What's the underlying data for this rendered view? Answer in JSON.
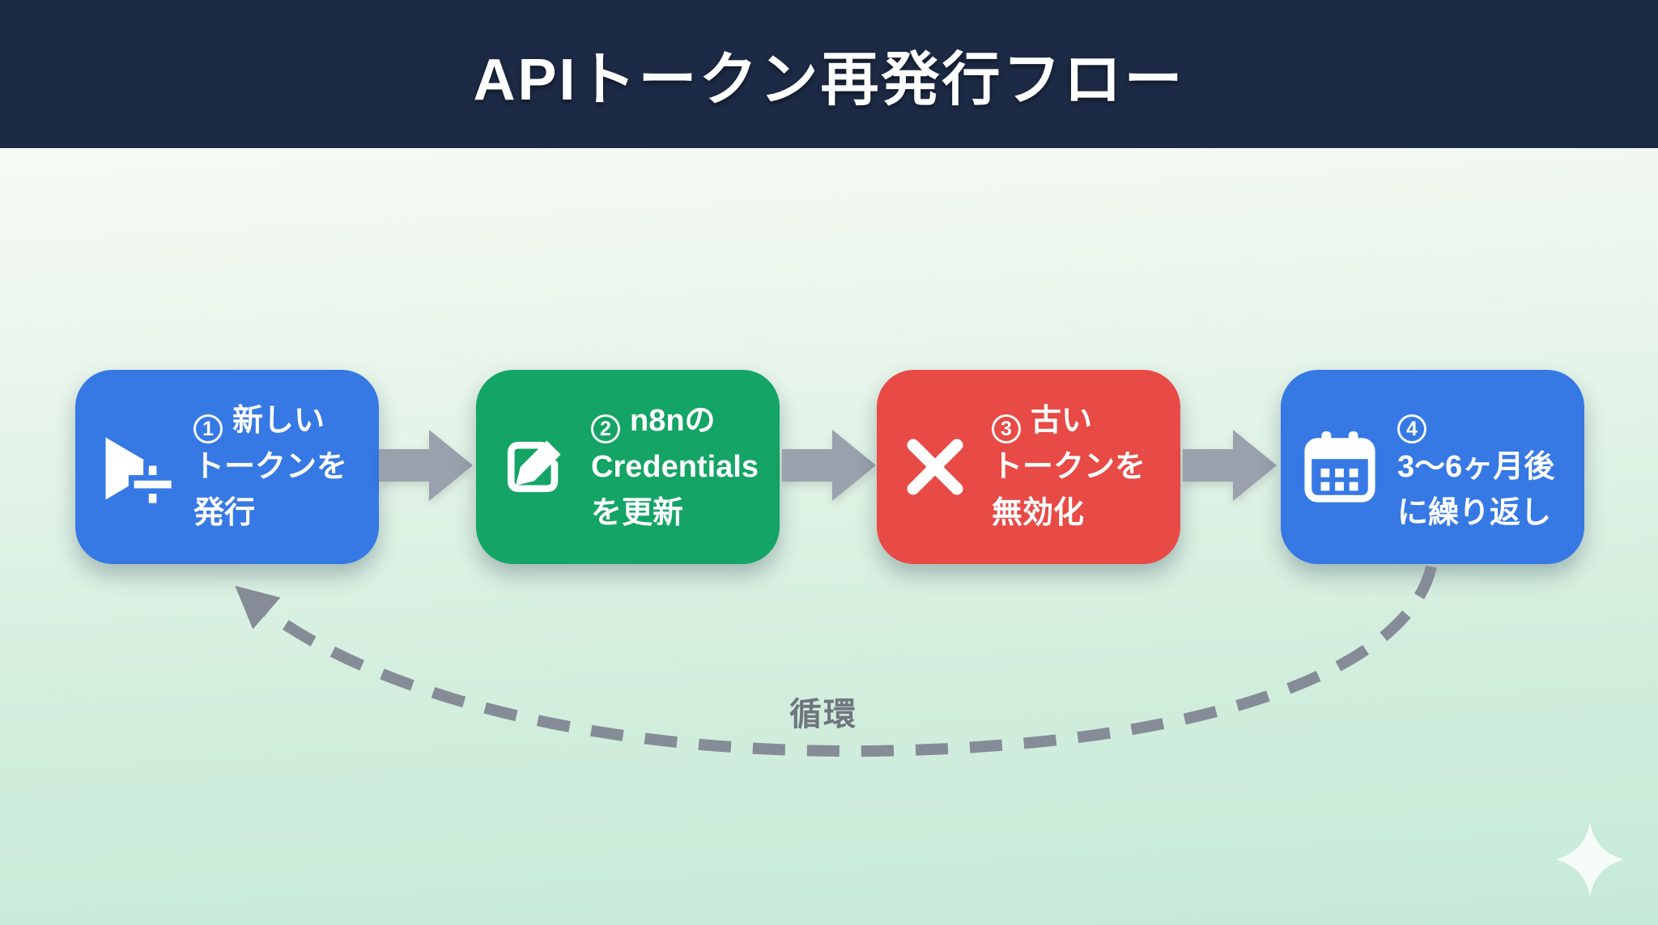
{
  "header": {
    "title": "APIトークン再発行フロー",
    "bg": "#1c2a45"
  },
  "steps": [
    {
      "badge": "1",
      "lines": [
        "新しい",
        "トークンを",
        "発行"
      ],
      "color": "#3679e4",
      "icon": "play-plus-icon"
    },
    {
      "badge": "2",
      "lines": [
        "n8nの",
        "Credentials",
        "を更新"
      ],
      "color": "#14a465",
      "icon": "edit-icon"
    },
    {
      "badge": "3",
      "lines": [
        "古い",
        "トークンを",
        "無効化"
      ],
      "color": "#e84a45",
      "icon": "x-icon"
    },
    {
      "badge": "4",
      "lines": [
        "",
        "3〜6ヶ月後",
        "に繰り返し"
      ],
      "color": "#3679e4",
      "icon": "calendar-icon"
    }
  ],
  "loop": {
    "label": "循環"
  },
  "colors": {
    "arrow": "#9aa0ac",
    "dash": "#868c97",
    "header_bg": "#1c2a45",
    "text_on_step": "#ffffff",
    "loop_label": "#70757f"
  }
}
